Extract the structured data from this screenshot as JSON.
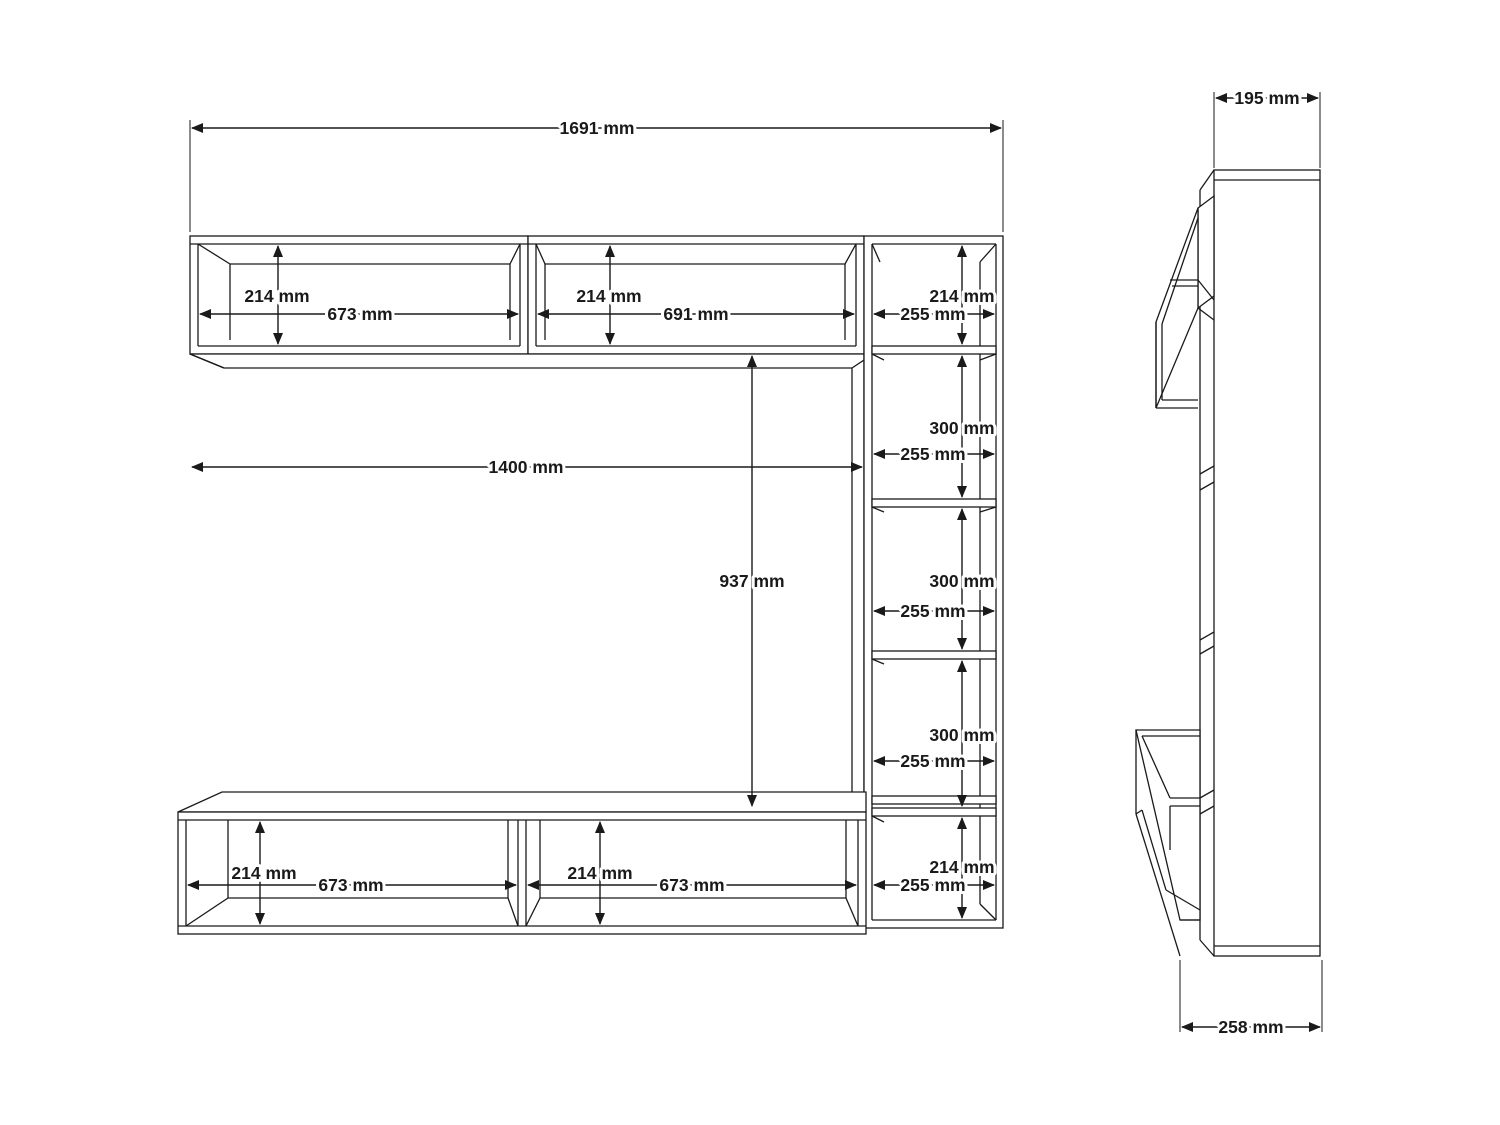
{
  "dimensions": {
    "overall_width": "1691 mm",
    "depth_top": "195 mm",
    "depth_bottom": "258 mm",
    "tv_width": "1400 mm",
    "tv_height": "937 mm",
    "top_left_height": "214 mm",
    "top_left_width": "673 mm",
    "top_mid_height": "214 mm",
    "top_mid_width": "691 mm",
    "right_top_height": "214 mm",
    "right_top_width": "255 mm",
    "right_s1_height": "300 mm",
    "right_s1_width": "255 mm",
    "right_s2_height": "300 mm",
    "right_s2_width": "255 mm",
    "right_s3_height": "300 mm",
    "right_s3_width": "255 mm",
    "right_bottom_height": "214 mm",
    "right_bottom_width": "255 mm",
    "bottom_left_height": "214 mm",
    "bottom_left_width": "673 mm",
    "bottom_right_height": "214 mm",
    "bottom_right_width": "673 mm"
  }
}
